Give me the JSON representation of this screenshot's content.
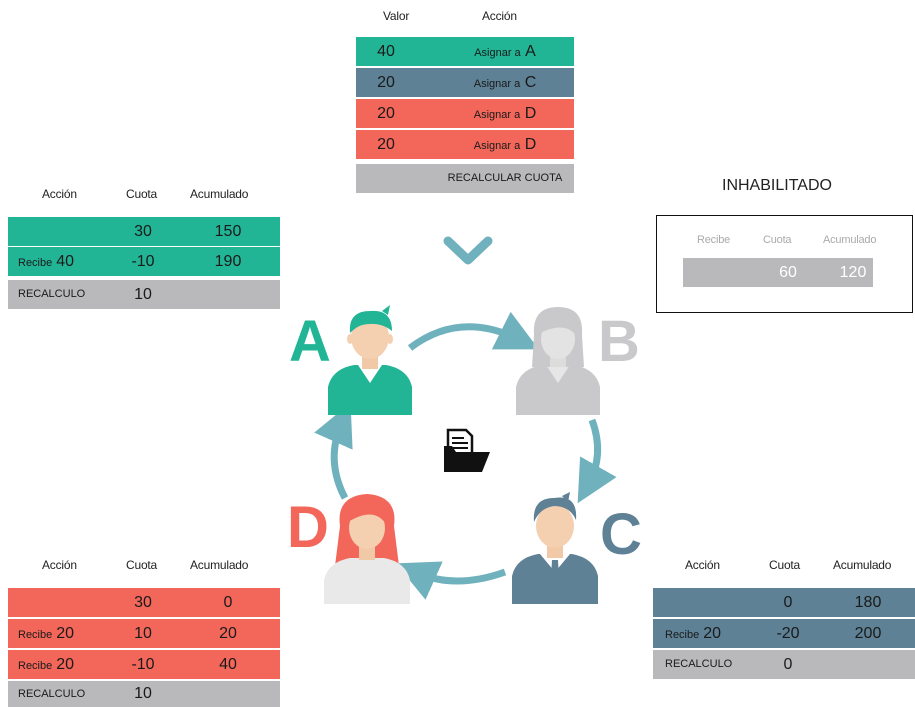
{
  "top_table": {
    "headers": [
      "Valor",
      "Acción"
    ],
    "rows": [
      {
        "valor": "40",
        "accion_prefix": "Asignar a",
        "accion_target": "A"
      },
      {
        "valor": "20",
        "accion_prefix": "Asignar a",
        "accion_target": "C"
      },
      {
        "valor": "20",
        "accion_prefix": "Asignar a",
        "accion_target": "D"
      },
      {
        "valor": "20",
        "accion_prefix": "Asignar a",
        "accion_target": "D"
      }
    ],
    "footer": "RECALCULAR CUOTA"
  },
  "table_a": {
    "headers": [
      "Acción",
      "Cuota",
      "Acumulado"
    ],
    "rows": [
      {
        "accion_label": "",
        "accion_value": "",
        "cuota": "30",
        "acumulado": "150"
      },
      {
        "accion_label": "Recibe",
        "accion_value": "40",
        "cuota": "-10",
        "acumulado": "190"
      }
    ],
    "recalc": {
      "label": "RECALCULO",
      "cuota": "10"
    }
  },
  "table_b": {
    "title": "INHABILITADO",
    "headers": [
      "Recibe",
      "Cuota",
      "Acumulado"
    ],
    "row": {
      "cuota": "60",
      "acumulado": "120"
    }
  },
  "table_d": {
    "headers": [
      "Acción",
      "Cuota",
      "Acumulado"
    ],
    "rows": [
      {
        "accion_label": "",
        "accion_value": "",
        "cuota": "30",
        "acumulado": "0"
      },
      {
        "accion_label": "Recibe",
        "accion_value": "20",
        "cuota": "10",
        "acumulado": "20"
      },
      {
        "accion_label": "Recibe",
        "accion_value": "20",
        "cuota": "-10",
        "acumulado": "40"
      }
    ],
    "recalc": {
      "label": "RECALCULO",
      "cuota": "10"
    }
  },
  "table_c": {
    "headers": [
      "Acción",
      "Cuota",
      "Acumulado"
    ],
    "rows": [
      {
        "accion_label": "",
        "accion_value": "",
        "cuota": "0",
        "acumulado": "180"
      },
      {
        "accion_label": "Recibe",
        "accion_value": "20",
        "cuota": "-20",
        "acumulado": "200"
      }
    ],
    "recalc": {
      "label": "RECALCULO",
      "cuota": "0"
    }
  },
  "people": {
    "a": {
      "letter": "A",
      "color": "#21b596"
    },
    "b": {
      "letter": "B",
      "color": "#c9c9cb"
    },
    "c": {
      "letter": "C",
      "color": "#5e8195"
    },
    "d": {
      "letter": "D",
      "color": "#f2675a"
    }
  },
  "colors": {
    "teal": "#21b596",
    "slate": "#5e8195",
    "coral": "#f2675a",
    "gray": "#b9b9bb",
    "arrow": "#6fb2bd"
  },
  "icons": {
    "center": "folder-document-icon",
    "down": "chevron-down-icon"
  }
}
